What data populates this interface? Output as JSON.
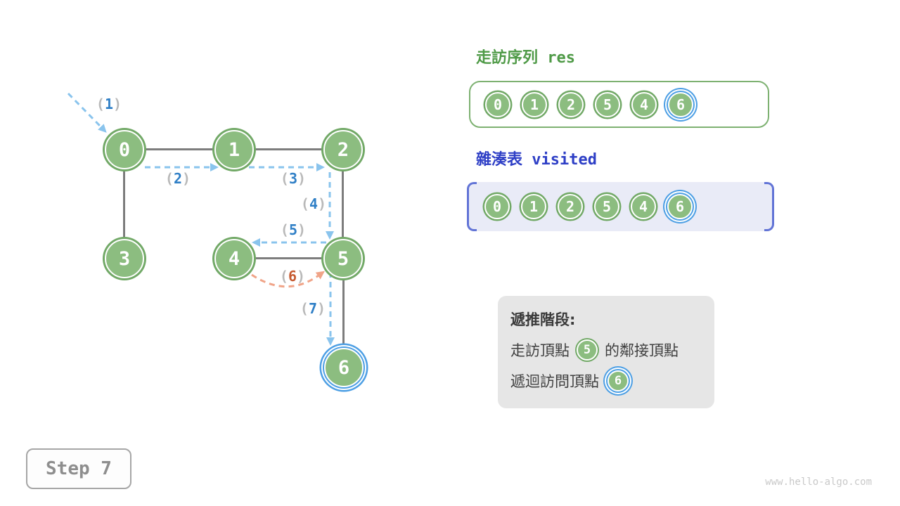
{
  "graph": {
    "nodes": [
      {
        "label": "0"
      },
      {
        "label": "1"
      },
      {
        "label": "2"
      },
      {
        "label": "3"
      },
      {
        "label": "4"
      },
      {
        "label": "5"
      },
      {
        "label": "6"
      }
    ],
    "current_node": "6",
    "paren_open": "(",
    "paren_close": ")",
    "arrow_labels": [
      {
        "num": "1",
        "color": "blue"
      },
      {
        "num": "2",
        "color": "blue"
      },
      {
        "num": "3",
        "color": "blue"
      },
      {
        "num": "4",
        "color": "blue"
      },
      {
        "num": "5",
        "color": "blue"
      },
      {
        "num": "6",
        "color": "orange"
      },
      {
        "num": "7",
        "color": "blue"
      }
    ]
  },
  "res_panel": {
    "title": "走訪序列 res",
    "items": [
      "0",
      "1",
      "2",
      "5",
      "4",
      "6"
    ],
    "highlight_index": 5
  },
  "visited_panel": {
    "title": "雜湊表 visited",
    "items": [
      "0",
      "1",
      "2",
      "5",
      "4",
      "6"
    ],
    "highlight_index": 5
  },
  "info_box": {
    "heading": "遞推階段:",
    "line1": {
      "prefix": "走訪頂點",
      "node": "5",
      "suffix": "的鄰接頂點"
    },
    "line2": {
      "prefix": "遞迴訪問頂點",
      "node": "6"
    }
  },
  "step_label": "Step 7",
  "watermark": "www.hello-algo.com",
  "colors": {
    "node_fill": "#8cbd80",
    "node_border": "#72a967",
    "highlight_blue": "#4d9fe4",
    "arrow_blue": "#8ac4ed",
    "arrow_orange": "#f0a488",
    "label_digit_blue": "#2f7fc6",
    "label_digit_orange": "#c65a30",
    "title_green": "#4f9a47",
    "title_blue": "#2e3fc6",
    "edge_gray": "#7d7d7d",
    "visited_bg": "#e9ebf7",
    "visited_bracket": "#6274d6",
    "info_bg": "#e6e6e6"
  }
}
